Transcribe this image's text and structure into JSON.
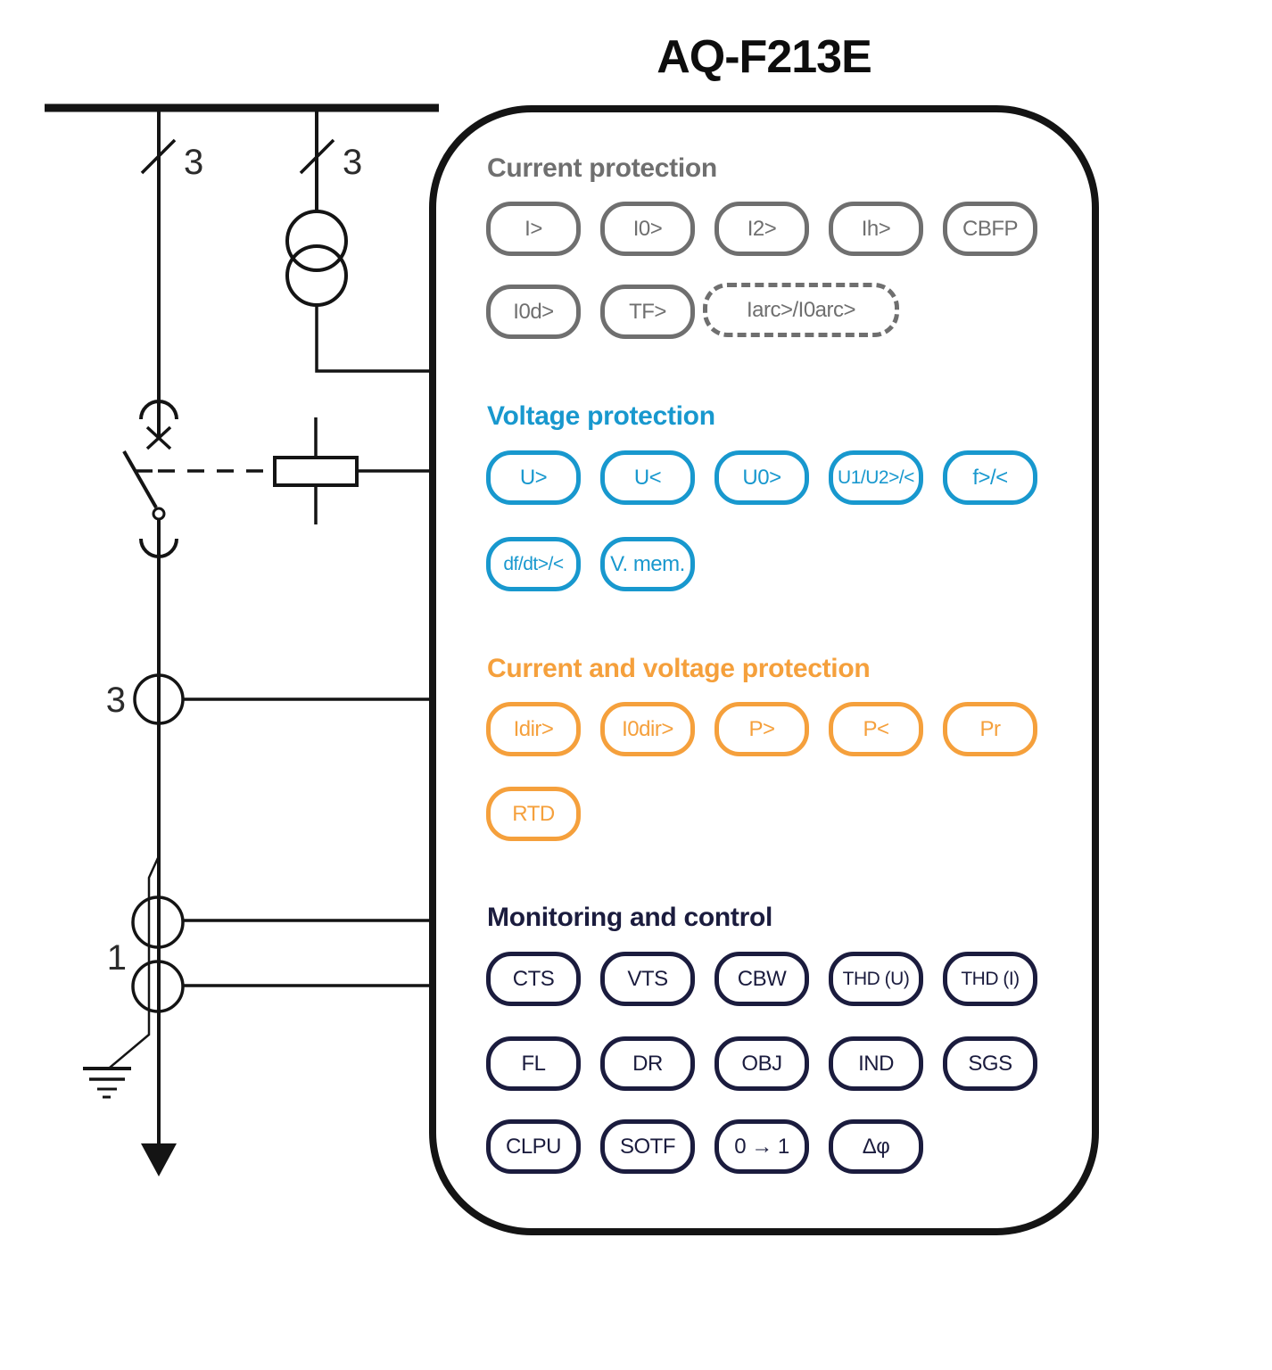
{
  "title": "AQ-F213E",
  "diagram": {
    "labels": {
      "feeder_phase_count": "3",
      "vt_phase_count": "3",
      "phase_ct_count": "3",
      "ring_ct_count": "1"
    }
  },
  "panel": {
    "sections": [
      {
        "label": "Current protection",
        "color": "#6f6f6f",
        "badges": [
          {
            "label": "I>"
          },
          {
            "label": "I0>"
          },
          {
            "label": "I2>"
          },
          {
            "label": "Ih>"
          },
          {
            "label": "CBFP"
          },
          {
            "label": "I0d>"
          },
          {
            "label": "TF>"
          },
          {
            "label": "Iarc>/I0arc>",
            "style": "dashed"
          }
        ]
      },
      {
        "label": "Voltage protection",
        "color": "#1898ce",
        "badges": [
          {
            "label": "U>"
          },
          {
            "label": "U<"
          },
          {
            "label": "U0>"
          },
          {
            "label": "U1/U2>/<"
          },
          {
            "label": "f>/<"
          },
          {
            "label": "df/dt>/<"
          },
          {
            "label": "V. mem."
          }
        ]
      },
      {
        "label": "Current and voltage protection",
        "color": "#f5a03c",
        "badges": [
          {
            "label": "Idir>"
          },
          {
            "label": "I0dir>"
          },
          {
            "label": "P>"
          },
          {
            "label": "P<"
          },
          {
            "label": "Pr"
          },
          {
            "label": "RTD"
          }
        ]
      },
      {
        "label": "Monitoring and control",
        "color": "#1b1c3e",
        "badges": [
          {
            "label": "CTS"
          },
          {
            "label": "VTS"
          },
          {
            "label": "CBW"
          },
          {
            "label": "THD (U)"
          },
          {
            "label": "THD (I)"
          },
          {
            "label": "FL"
          },
          {
            "label": "DR"
          },
          {
            "label": "OBJ"
          },
          {
            "label": "IND"
          },
          {
            "label": "SGS"
          },
          {
            "label": "CLPU"
          },
          {
            "label": "SOTF"
          },
          {
            "label": "0 → 1"
          },
          {
            "label": "Δφ"
          }
        ]
      }
    ]
  }
}
